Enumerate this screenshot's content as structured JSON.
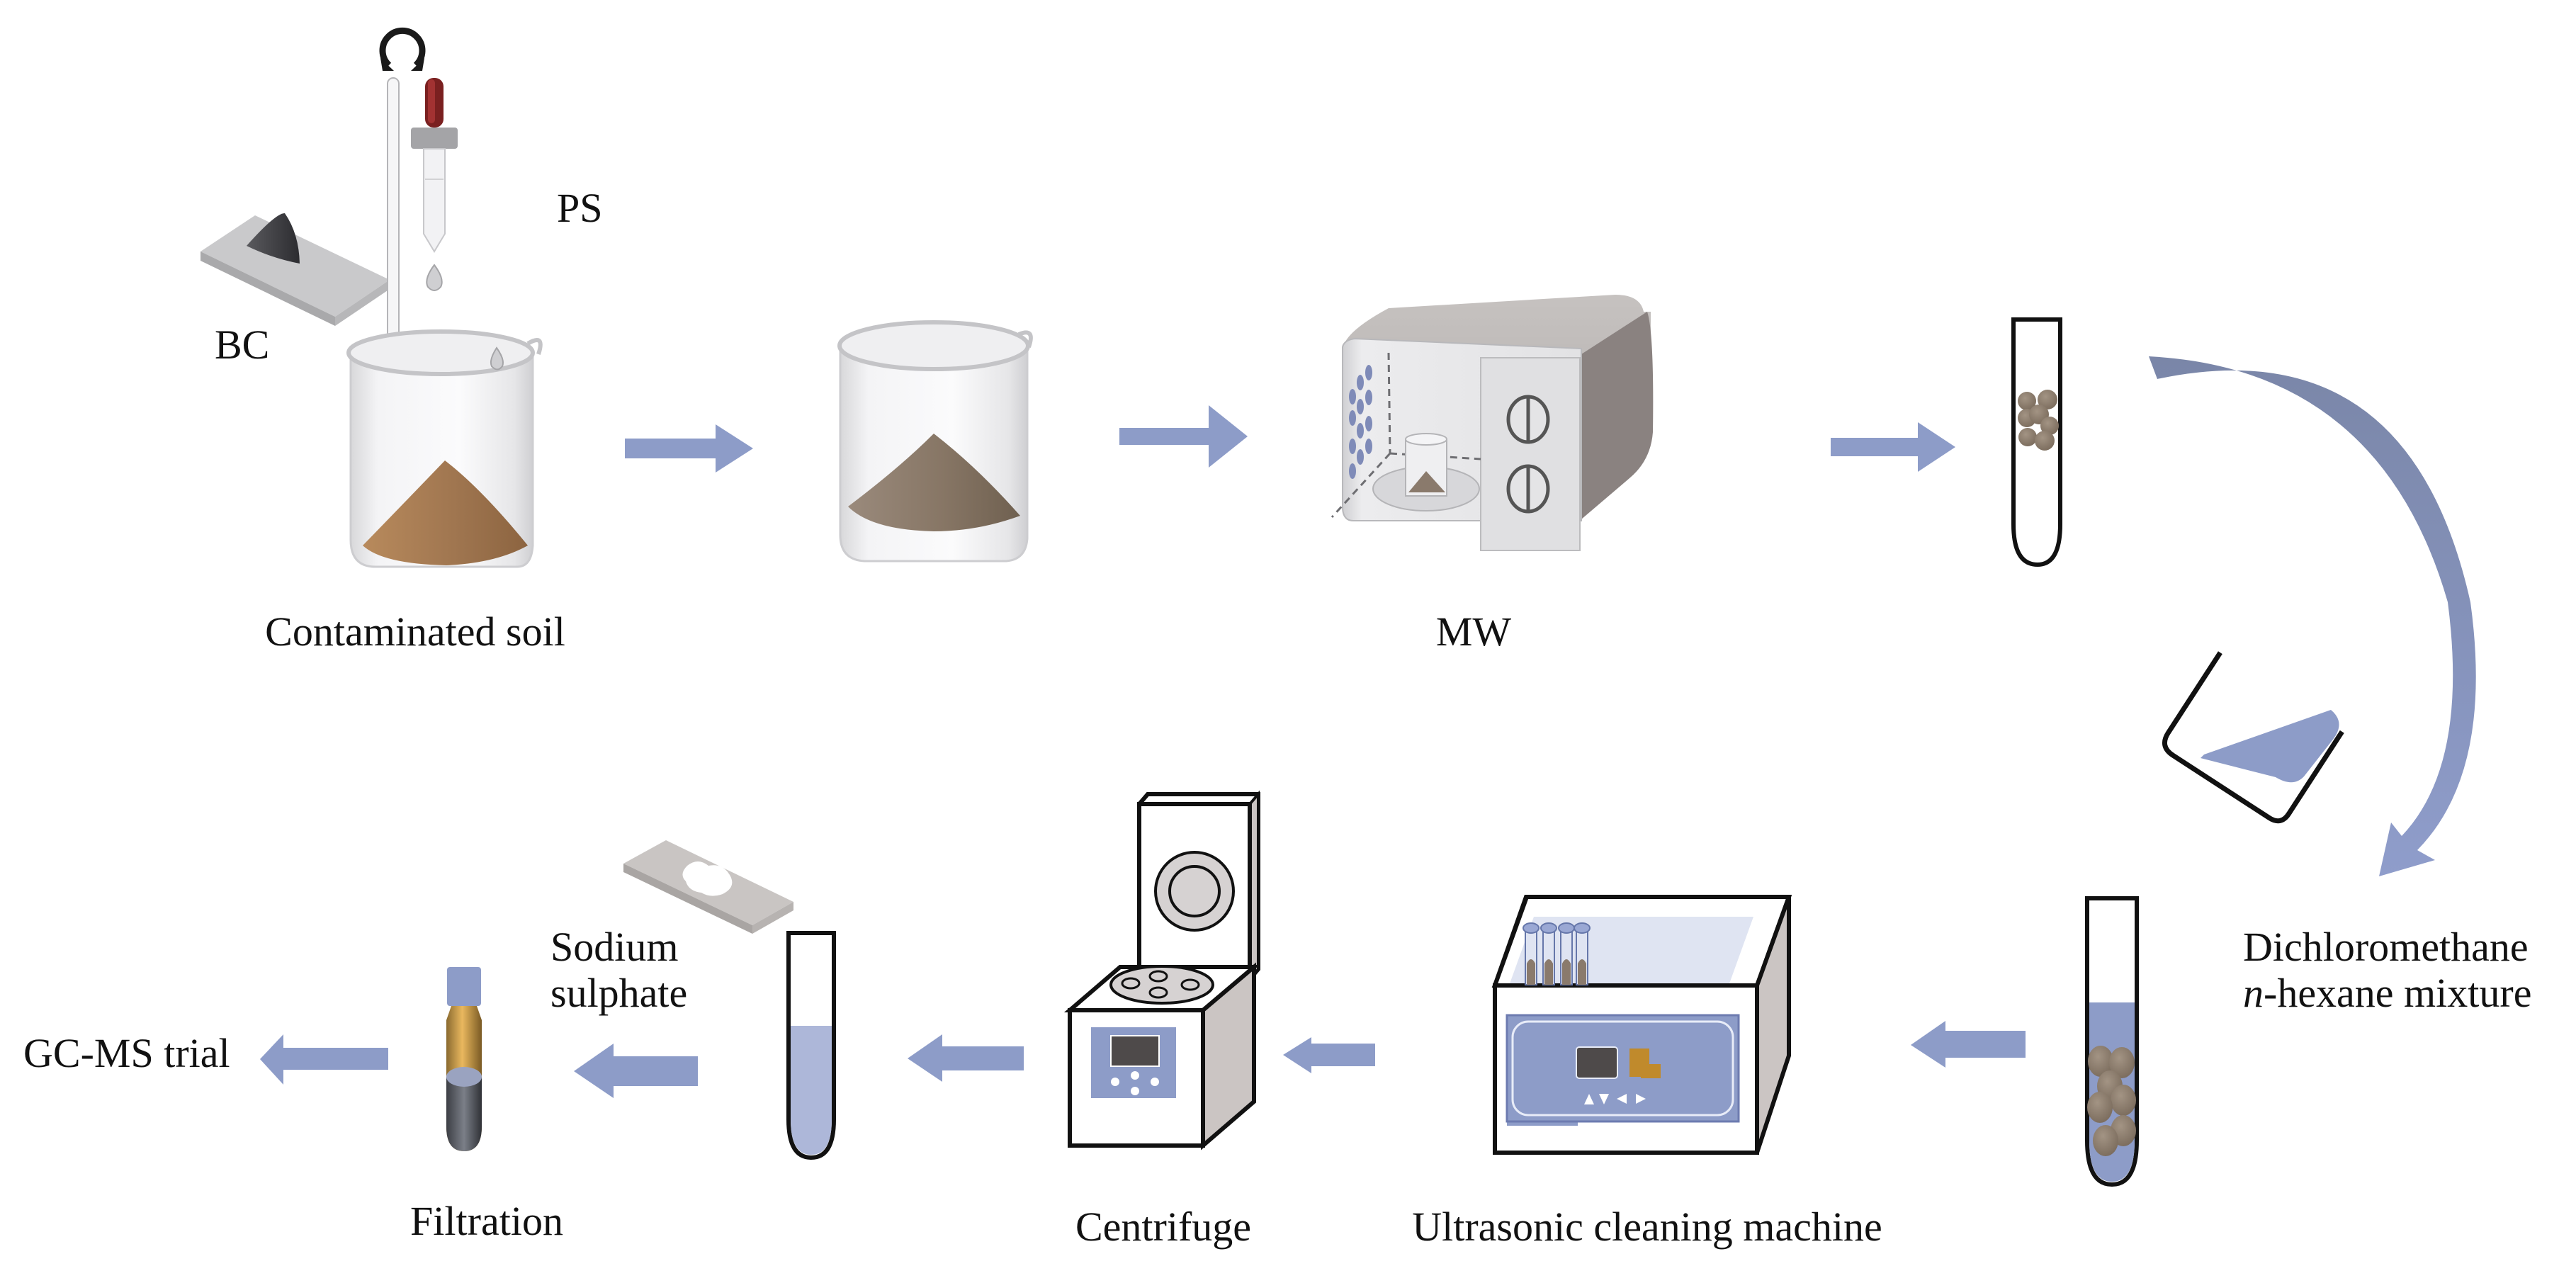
{
  "diagram": {
    "type": "process-flow",
    "colors": {
      "arrow": "#8d9cc8",
      "solvent": "#8d9cc8",
      "soil_contaminated": "#a67c52",
      "soil_treated": "#8a7a6c",
      "pellet": "#8b7b6b",
      "outline": "#111111"
    },
    "labels": {
      "bc": "BC",
      "ps": "PS",
      "contaminated_soil": "Contaminated soil",
      "mw": "MW",
      "solvent_line1": "Dichloromethane",
      "solvent_line2_italic": "n",
      "solvent_line2_rest": "-hexane mixture",
      "ultrasonic": "Ultrasonic cleaning machine",
      "centrifuge": "Centrifuge",
      "sodium_line1": "Sodium",
      "sodium_line2": "sulphate",
      "filtration": "Filtration",
      "gcms": "GC-MS trial"
    },
    "steps": [
      {
        "id": "contaminated-soil",
        "label": "Contaminated soil",
        "inputs": [
          "BC",
          "PS"
        ]
      },
      {
        "id": "treated-soil",
        "label": ""
      },
      {
        "id": "microwave",
        "label": "MW"
      },
      {
        "id": "soil-sample-tube",
        "label": ""
      },
      {
        "id": "solvent-addition",
        "label": "Dichloromethane n-hexane mixture"
      },
      {
        "id": "ultrasonic-cleaning",
        "label": "Ultrasonic cleaning machine"
      },
      {
        "id": "centrifuge",
        "label": "Centrifuge"
      },
      {
        "id": "supernatant-tube",
        "label": "",
        "inputs": [
          "Sodium sulphate"
        ]
      },
      {
        "id": "filtration",
        "label": "Filtration"
      },
      {
        "id": "gc-ms",
        "label": "GC-MS trial"
      }
    ],
    "icons": {
      "rotation": "rotate-icon",
      "dropper": "dropper-icon",
      "stir_rod": "stirring-rod-icon",
      "ultrasonic_buttons": [
        "up-triangle",
        "down-triangle",
        "left-triangle",
        "right-triangle"
      ]
    }
  }
}
